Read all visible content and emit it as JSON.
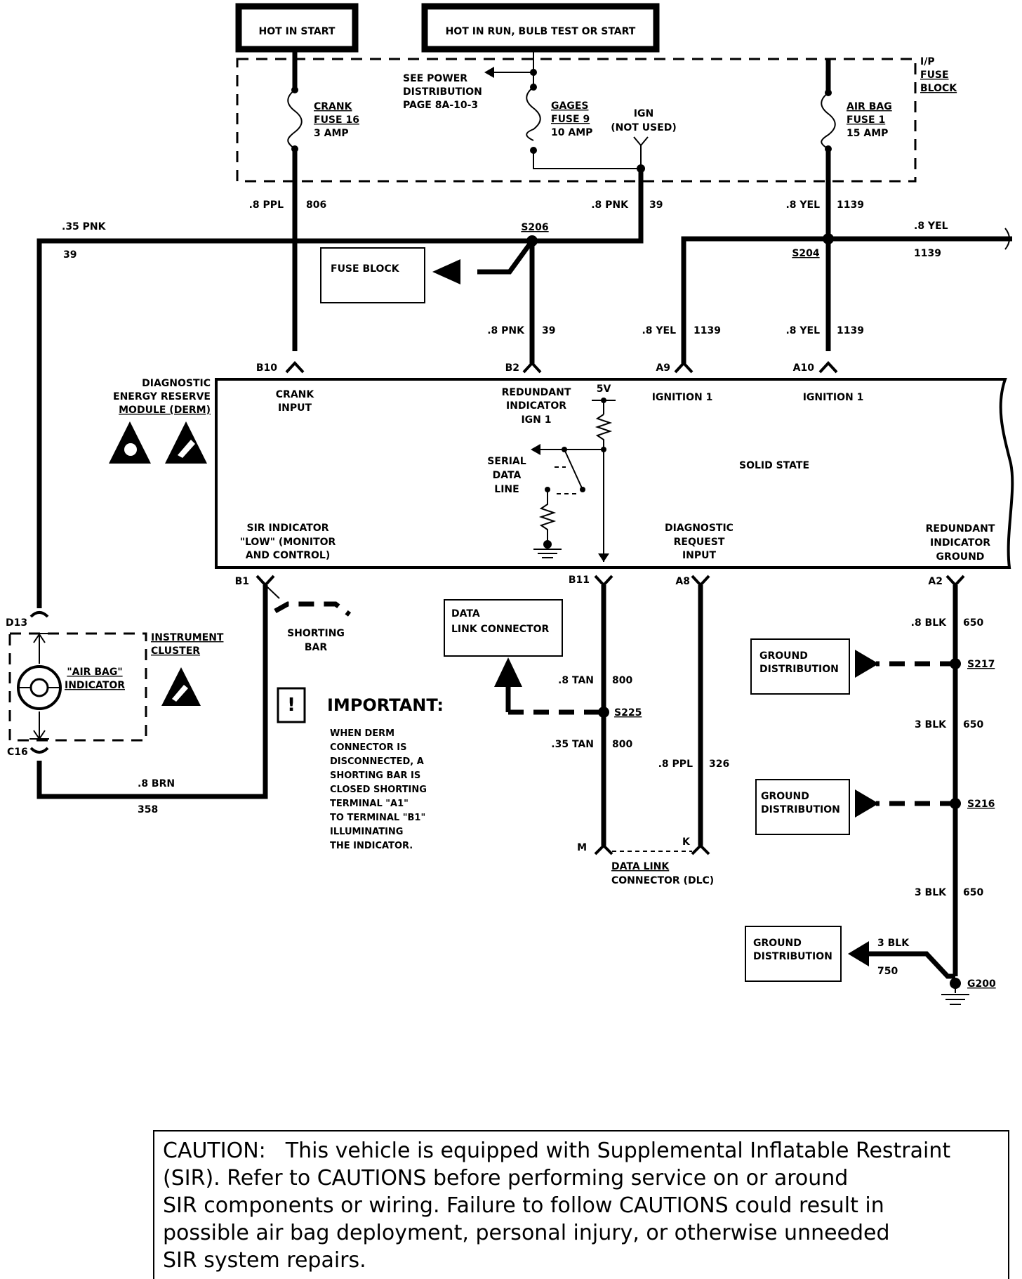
{
  "power": {
    "hot_in_start": "HOT IN START",
    "hot_in_run": "HOT IN RUN, BULB TEST OR START"
  },
  "fuse_block": {
    "title_1": "I/P",
    "title_2": "FUSE",
    "title_3": "BLOCK",
    "see_power_1": "SEE POWER",
    "see_power_2": "DISTRIBUTION",
    "see_power_3": "PAGE 8A-10-3",
    "crank_fuse_1": "CRANK",
    "crank_fuse_2": "FUSE 16",
    "crank_fuse_3": "3 AMP",
    "gages_fuse_1": "GAGES",
    "gages_fuse_2": "FUSE 9",
    "gages_fuse_3": "10 AMP",
    "ign_1": "IGN",
    "ign_2": "(NOT USED)",
    "airbag_fuse_1": "AIR BAG",
    "airbag_fuse_2": "FUSE 1",
    "airbag_fuse_3": "15 AMP"
  },
  "wires": {
    "ppl_806_color": ".8 PPL",
    "ppl_806_circuit": "806",
    "pnk_39_color": ".8 PNK",
    "pnk_39_circuit": "39",
    "yel_1139_color": ".8 YEL",
    "yel_1139_circuit": "1139",
    "pnk_35_color": ".35 PNK",
    "pnk_35_circuit": "39",
    "yel_right_color": ".8 YEL",
    "yel_right_circuit": "1139",
    "pnk_b2_color": ".8 PNK",
    "pnk_b2_circuit": "39",
    "yel_a9_color": ".8 YEL",
    "yel_a9_circuit": "1139",
    "yel_a10_color": ".8 YEL",
    "yel_a10_circuit": "1139",
    "tan_800_color": ".8 TAN",
    "tan_800_circuit": "800",
    "tan_35_color": ".35 TAN",
    "tan_35_circuit": "800",
    "ppl_326_color": ".8 PPL",
    "ppl_326_circuit": "326",
    "brn_358_color": ".8 BRN",
    "brn_358_circuit": "358",
    "blk_650_a_color": ".8 BLK",
    "blk_650_a_circuit": "650",
    "blk_650_b_color": "3 BLK",
    "blk_650_b_circuit": "650",
    "blk_650_c_color": "3 BLK",
    "blk_650_c_circuit": "650",
    "blk_750_color": "3 BLK",
    "blk_750_circuit": "750"
  },
  "splices": {
    "s206": "S206",
    "s204": "S204",
    "s225": "S225",
    "s217": "S217",
    "s216": "S216",
    "g200": "G200"
  },
  "fuse_block_box": "FUSE  BLOCK",
  "terminals": {
    "b10": "B10",
    "b2": "B2",
    "a9": "A9",
    "a10": "A10",
    "b1": "B1",
    "b11": "B11",
    "a8": "A8",
    "a2": "A2",
    "d13": "D13",
    "c16": "C16",
    "m": "M",
    "k": "K"
  },
  "derm": {
    "name_1": "DIAGNOSTIC",
    "name_2": "ENERGY RESERVE",
    "name_3": "MODULE (DERM)",
    "crank_input_1": "CRANK",
    "crank_input_2": "INPUT",
    "redundant_1": "REDUNDANT",
    "redundant_2": "INDICATOR",
    "redundant_3": "IGN 1",
    "five_v": "5V",
    "ignition_a9": "IGNITION 1",
    "ignition_a10": "IGNITION 1",
    "solid_state": "SOLID STATE",
    "serial_1": "SERIAL",
    "serial_2": "DATA",
    "serial_3": "LINE",
    "sir_ind_1": "SIR INDICATOR",
    "sir_ind_2": "\"LOW\" (MONITOR",
    "sir_ind_3": "AND CONTROL)",
    "diag_req_1": "DIAGNOSTIC",
    "diag_req_2": "REQUEST",
    "diag_req_3": "INPUT",
    "red_gnd_1": "REDUNDANT",
    "red_gnd_2": "INDICATOR",
    "red_gnd_3": "GROUND"
  },
  "cluster": {
    "name_1": "INSTRUMENT",
    "name_2": "CLUSTER",
    "airbag_1": "\"AIR BAG\"",
    "airbag_2": "INDICATOR"
  },
  "shorting_bar_1": "SHORTING",
  "shorting_bar_2": "BAR",
  "dlc_box_1": "DATA",
  "dlc_box_2": "LINK CONNECTOR",
  "dlc_label_1": "DATA LINK",
  "dlc_label_2": "CONNECTOR (DLC)",
  "ground_distribution_1": "GROUND",
  "ground_distribution_2": "DISTRIBUTION",
  "important": {
    "title": "IMPORTANT:",
    "line_1": "WHEN DERM",
    "line_2": "CONNECTOR IS",
    "line_3": "DISCONNECTED, A",
    "line_4": "SHORTING BAR IS",
    "line_5": "CLOSED SHORTING",
    "line_6": "TERMINAL \"A1\"",
    "line_7": "TO TERMINAL \"B1\"",
    "line_8": "ILLUMINATING",
    "line_9": "THE INDICATOR."
  },
  "caution": {
    "label": "CAUTION:",
    "line_1": "This vehicle is equipped with Supplemental Inflatable Restraint",
    "line_2": "(SIR).  Refer to CAUTIONS  before performing  service on  or  around",
    "line_3": "SIR components  or  wiring.  Failure  to  follow  CAUTIONS  could  result  in",
    "line_4": "possible  air  bag  deployment,  personal  injury, or otherwise unneeded",
    "line_5": "SIR system repairs."
  }
}
